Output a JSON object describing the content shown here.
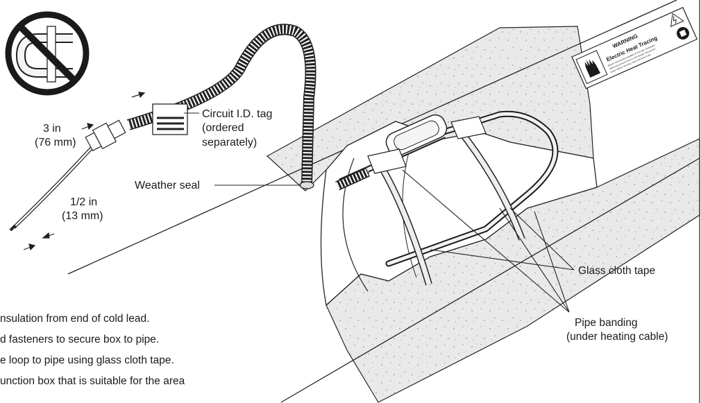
{
  "labels": {
    "circuit_tag": [
      "Circuit I.D. tag",
      "(ordered",
      "separately)"
    ],
    "three_in": [
      "3 in",
      "(76 mm)"
    ],
    "weather_seal": "Weather seal",
    "half_in": [
      "1/2 in",
      "(13 mm)"
    ],
    "glass_cloth_tape": "Glass cloth tape",
    "pipe_banding": [
      "Pipe banding",
      "(under heating cable)"
    ]
  },
  "warning_label": {
    "heading": "WARNING",
    "title": "Electric Heat Tracing",
    "lines": [
      "Electric heat tracing installed on this pipe. Energized",
      "cable may present shock or fire hazard. Disconnect",
      "power before servicing. See instructions and"
    ]
  },
  "instructions": [
    "nsulation from end of cold lead.",
    "d fasteners to secure box to pipe.",
    "e loop to pipe using glass cloth tape.",
    "unction box that is suitable for the area"
  ],
  "colors": {
    "ink": "#1a1a1a",
    "insulation": "#e9e9e9",
    "line": "#222222"
  },
  "icons": [
    "prohibited-loop-icon",
    "hand-hazard-icon",
    "shock-hazard-icon",
    "read-manual-icon"
  ]
}
